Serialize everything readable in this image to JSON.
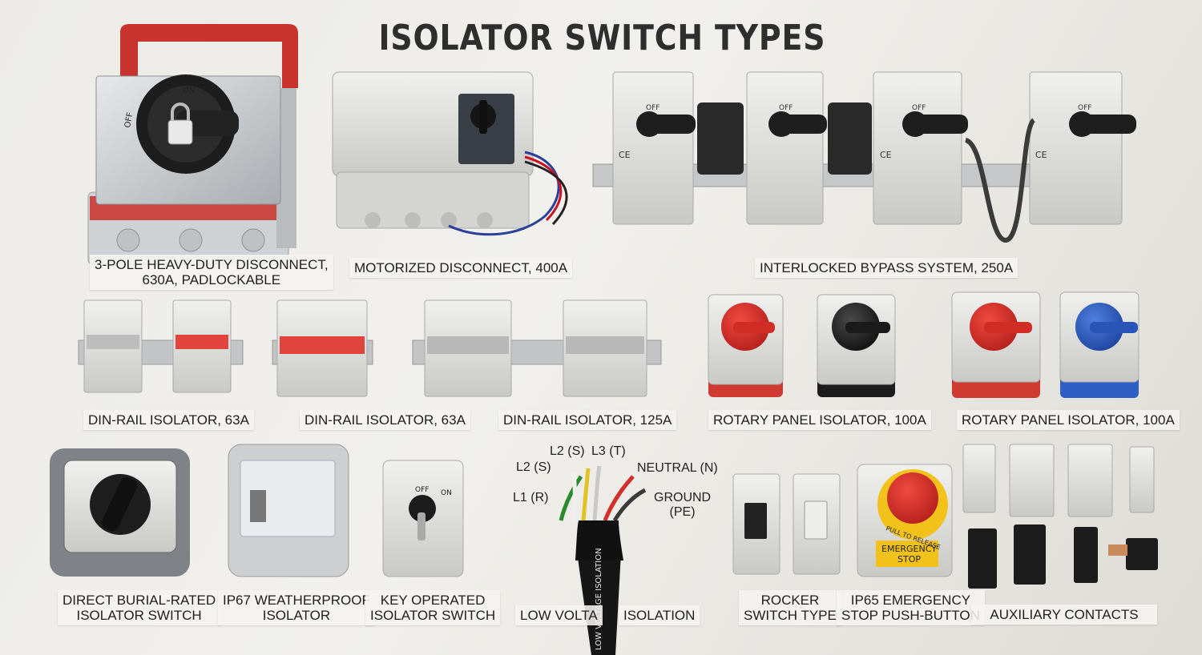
{
  "title": "ISOLATOR SWITCH TYPES",
  "captions": {
    "heavy_duty_l1": "3-POLE HEAVY-DUTY DISCONNECT,",
    "heavy_duty_l2": "630A, PADLOCKABLE",
    "motorized": "MOTORIZED DISCONNECT, 400A",
    "interlocked": "INTERLOCKED BYPASS SYSTEM, 250A",
    "din_63a_1": "DIN-RAIL ISOLATOR, 63A",
    "din_63a_2": "DIN-RAIL ISOLATOR, 63A",
    "din_125a": "DIN-RAIL ISOLATOR, 125A",
    "rotary_1": "ROTARY PANEL ISOLATOR, 100A",
    "rotary_2": "ROTARY PANEL ISOLATOR, 100A",
    "burial_l1": "DIRECT BURIAL-RATED",
    "burial_l2": "ISOLATOR SWITCH",
    "ip67_l1": "IP67 WEATHERPROOF",
    "ip67_l2": "ISOLATOR",
    "key_l1": "KEY OPERATED",
    "key_l2": "ISOLATOR SWITCH",
    "low_voltage_a": "LOW VOLTA",
    "low_voltage_b": "ISOLATION",
    "rocker_l1": "ROCKER",
    "rocker_l2": "SWITCH TYPE",
    "estop_l1": "IP65 EMERGENCY",
    "estop_l2": "STOP PUSH-BUTTON",
    "auxiliary": "AUXILIARY CONTACTS"
  },
  "wires": {
    "l1": "L1 (R)",
    "l2_a": "L2 (S)",
    "l2_b": "L2 (S)",
    "l3": "L3 (T)",
    "neutral": "NEUTRAL (N)",
    "ground_l1": "GROUND",
    "ground_l2": "(PE)",
    "cable_print": "LOW VOLTAGE ISOLATION"
  },
  "device_text": {
    "on": "ON",
    "off": "OFF",
    "ce": "CE",
    "pull_to_release": "PULL TO RELEASE",
    "emergency": "EMERGENCY",
    "stop": "STOP"
  },
  "colors": {
    "handle_red": "#d4302b",
    "handle_black": "#222222",
    "handle_blue": "#2f5fc4",
    "estop_yellow": "#f2c21b",
    "enclosure_grey": "#d9d9d6"
  }
}
